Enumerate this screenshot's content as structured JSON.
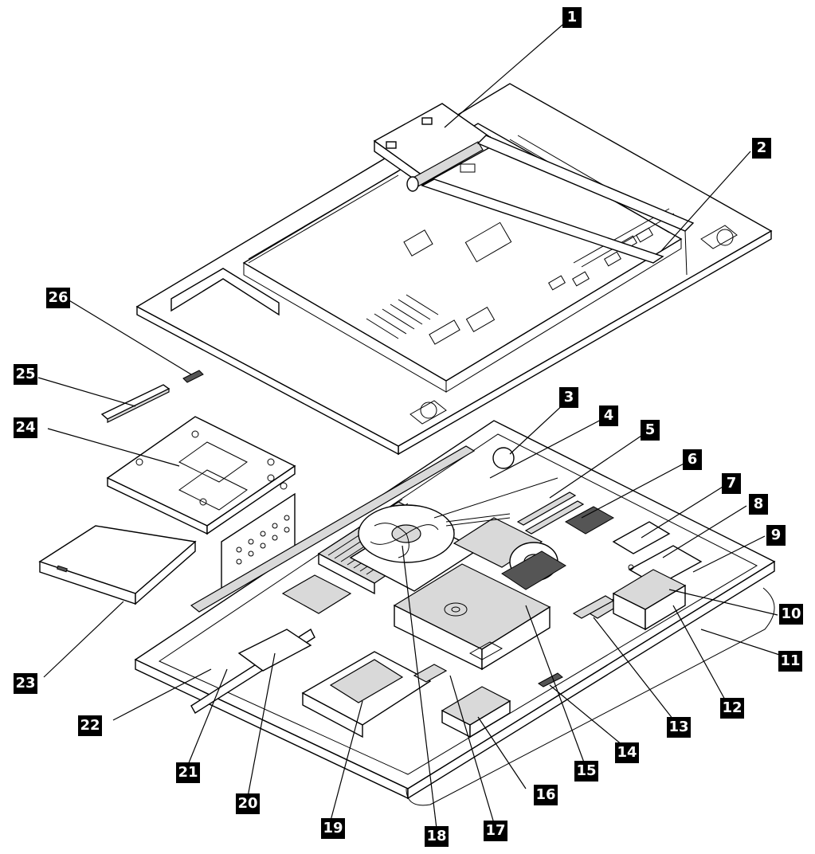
{
  "callouts": [
    {
      "id": "c1",
      "label": "1"
    },
    {
      "id": "c2",
      "label": "2"
    },
    {
      "id": "c3",
      "label": "3"
    },
    {
      "id": "c4",
      "label": "4"
    },
    {
      "id": "c5",
      "label": "5"
    },
    {
      "id": "c6",
      "label": "6"
    },
    {
      "id": "c7",
      "label": "7"
    },
    {
      "id": "c8",
      "label": "8"
    },
    {
      "id": "c9",
      "label": "9"
    },
    {
      "id": "c10",
      "label": "10"
    },
    {
      "id": "c11",
      "label": "11"
    },
    {
      "id": "c12",
      "label": "12"
    },
    {
      "id": "c13",
      "label": "13"
    },
    {
      "id": "c14",
      "label": "14"
    },
    {
      "id": "c15",
      "label": "15"
    },
    {
      "id": "c16",
      "label": "16"
    },
    {
      "id": "c17",
      "label": "17"
    },
    {
      "id": "c18",
      "label": "18"
    },
    {
      "id": "c19",
      "label": "19"
    },
    {
      "id": "c20",
      "label": "20"
    },
    {
      "id": "c21",
      "label": "21"
    },
    {
      "id": "c22",
      "label": "22"
    },
    {
      "id": "c23",
      "label": "23"
    },
    {
      "id": "c24",
      "label": "24"
    },
    {
      "id": "c25",
      "label": "25"
    },
    {
      "id": "c26",
      "label": "26"
    }
  ],
  "colors": {
    "callout_bg": "#000000",
    "callout_text": "#ffffff",
    "line": "#000000"
  }
}
